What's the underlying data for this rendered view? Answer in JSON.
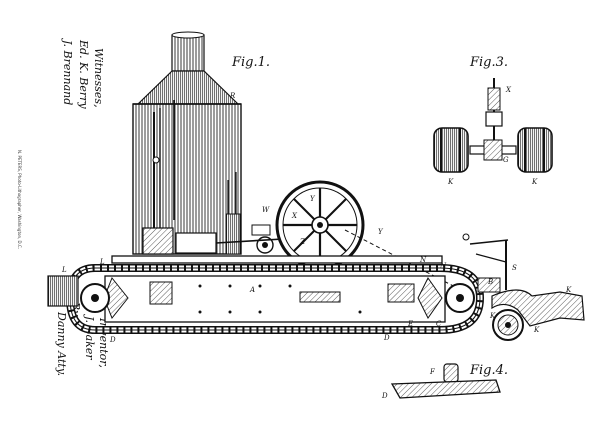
{
  "figures": {
    "fig1": "Fig.1.",
    "fig3": "Fig.3.",
    "fig4": "Fig.4."
  },
  "witnesses": {
    "heading": "Witnesses,",
    "sig1": "Ed. K. Berry",
    "sig2": "J. Brennand"
  },
  "inventor": {
    "heading": "Inventor,",
    "name": "J. Baker",
    "by": "By",
    "attys": "Danny Atty."
  },
  "publisher_note": "N. PETERS, Photo-Lithographer, Washington, D.C.",
  "ref_letters": [
    "R",
    "W",
    "X",
    "Y",
    "Y",
    "Z",
    "N",
    "N",
    "B",
    "S",
    "L",
    "L",
    "D",
    "D",
    "F",
    "E",
    "E",
    "C",
    "I",
    "K",
    "K",
    "K",
    "A",
    "X",
    "F",
    "D",
    "G"
  ]
}
